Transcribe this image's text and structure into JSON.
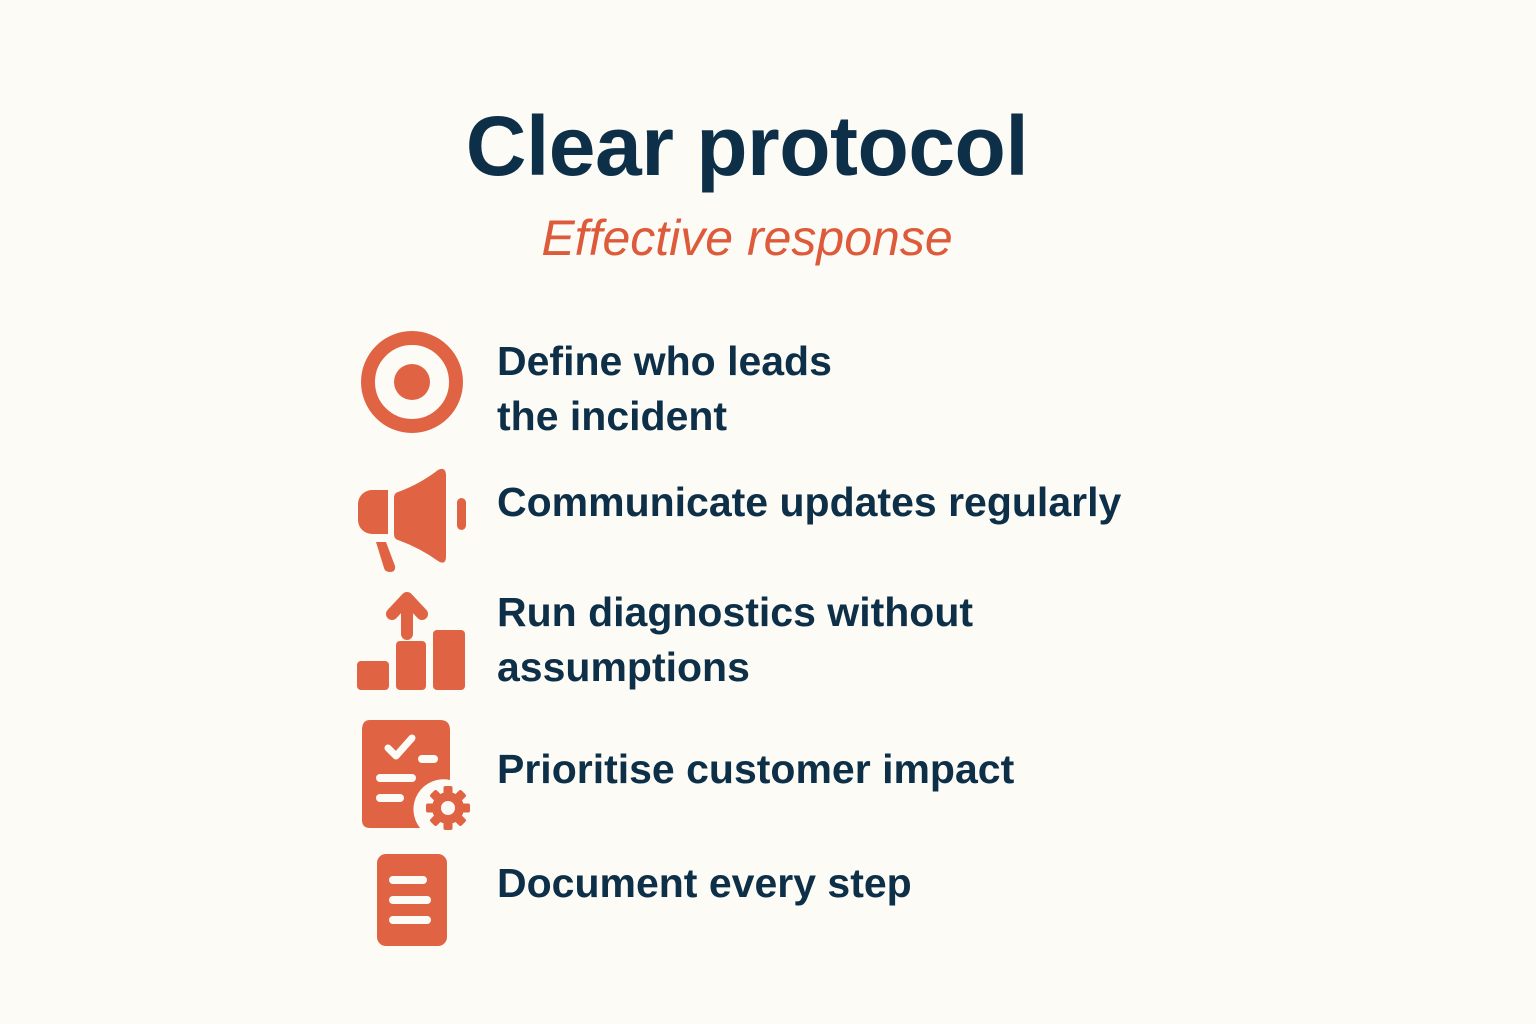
{
  "header": {
    "title": "Clear protocol",
    "subtitle": "Effective response"
  },
  "colors": {
    "background": "#fcfbf6",
    "title": "#0e2f48",
    "accent": "#dd5a3a",
    "icon": "#e06444"
  },
  "items": [
    {
      "icon": "target-icon",
      "label": "Define who leads\nthe incident"
    },
    {
      "icon": "megaphone-icon",
      "label": "Communicate updates regularly"
    },
    {
      "icon": "growth-chart-icon",
      "label": "Run diagnostics without\nassumptions"
    },
    {
      "icon": "checklist-settings-icon",
      "label": "Prioritise customer impact"
    },
    {
      "icon": "document-icon",
      "label": "Document every step"
    }
  ]
}
